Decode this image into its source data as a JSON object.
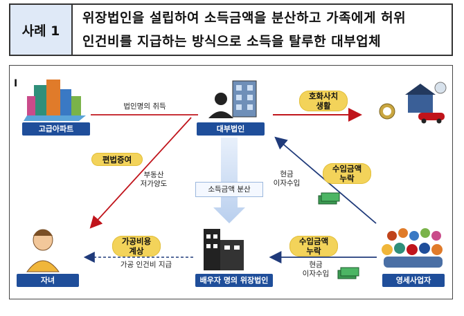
{
  "header": {
    "case_label": "사례 1",
    "title_line1": "위장법인을 설립하여 소득금액을 분산하고 가족에게 허위",
    "title_line2": "인건비를 지급하는 방식으로 소득을 탈루한 대부업체"
  },
  "diagram": {
    "corner_mark": "I",
    "nodes": {
      "apartment": "고급아파트",
      "lender_corp": "대부법인",
      "child": "자녀",
      "spouse_corp": "배우자 명의 위장법인",
      "small_business": "영세사업자"
    },
    "edges": {
      "acquire": "법인명의 취득",
      "luxury": "호화사치\n생활",
      "gift": "편법증여",
      "real_estate": "부동산\n저가양도",
      "income_split": "소득금액 분산",
      "omission_top": "수입금액\n누락",
      "cash_interest_top": "현금\n이자수입",
      "fake_cost": "가공비용\n계상",
      "fake_wage": "가공 인건비 지급",
      "omission_bottom": "수입금액\n누락",
      "cash_interest_bottom": "현금\n이자수입"
    }
  }
}
